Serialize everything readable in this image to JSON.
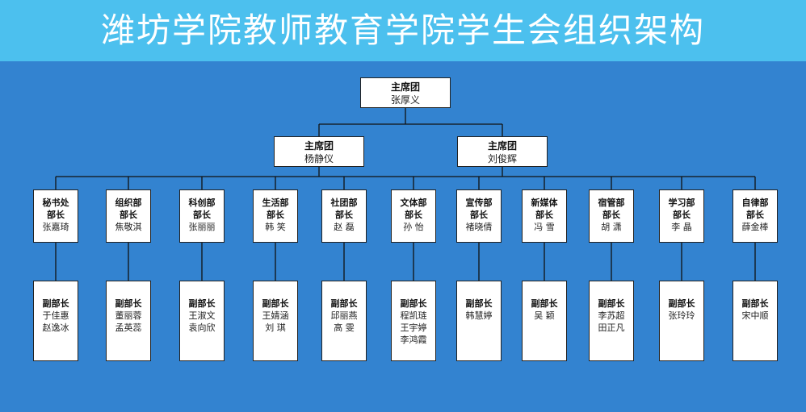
{
  "title": "潍坊学院教师教育学院学生会组织架构",
  "top": {
    "role": "主席团",
    "name": "张厚义"
  },
  "second": [
    {
      "role": "主席团",
      "name": "杨静仪"
    },
    {
      "role": "主席团",
      "name": "刘俊辉"
    }
  ],
  "departments": [
    {
      "line1": "秘书处",
      "line2": "部长",
      "head": "张嘉琦",
      "deputy_role": "副部长",
      "deputies": [
        "于佳惠",
        "赵逸冰"
      ]
    },
    {
      "line1": "组织部",
      "line2": "部长",
      "head": "焦敬淇",
      "deputy_role": "副部长",
      "deputies": [
        "董丽蓉",
        "孟英蕊"
      ]
    },
    {
      "line1": "科创部",
      "line2": "部长",
      "head": "张丽丽",
      "deputy_role": "副部长",
      "deputies": [
        "王淑文",
        "袁向欣"
      ]
    },
    {
      "line1": "生活部",
      "line2": "部长",
      "head": "韩  笑",
      "deputy_role": "副部长",
      "deputies": [
        "王婧涵",
        "刘  琪"
      ]
    },
    {
      "line1": "社团部",
      "line2": "部长",
      "head": "赵  磊",
      "deputy_role": "副部长",
      "deputies": [
        "邱丽燕",
        "高  雯"
      ]
    },
    {
      "line1": "文体部",
      "line2": "部长",
      "head": "孙  怡",
      "deputy_role": "副部长",
      "deputies": [
        "程凯琏",
        "王宇婷",
        "李鸿霞"
      ]
    },
    {
      "line1": "宣传部",
      "line2": "部长",
      "head": "褚晓倩",
      "deputy_role": "副部长",
      "deputies": [
        "韩慧婷"
      ]
    },
    {
      "line1": "新媒体",
      "line2": "部长",
      "head": "冯  雪",
      "deputy_role": "副部长",
      "deputies": [
        "吴  颖"
      ]
    },
    {
      "line1": "宿管部",
      "line2": "部长",
      "head": "胡  潇",
      "deputy_role": "副部长",
      "deputies": [
        "李苏超",
        "田正凡"
      ]
    },
    {
      "line1": "学习部",
      "line2": "部长",
      "head": "李  晶",
      "deputy_role": "副部长",
      "deputies": [
        "张玲玲"
      ]
    },
    {
      "line1": "自律部",
      "line2": "部长",
      "head": "薛金棒",
      "deputy_role": "副部长",
      "deputies": [
        "宋中顺"
      ]
    }
  ]
}
